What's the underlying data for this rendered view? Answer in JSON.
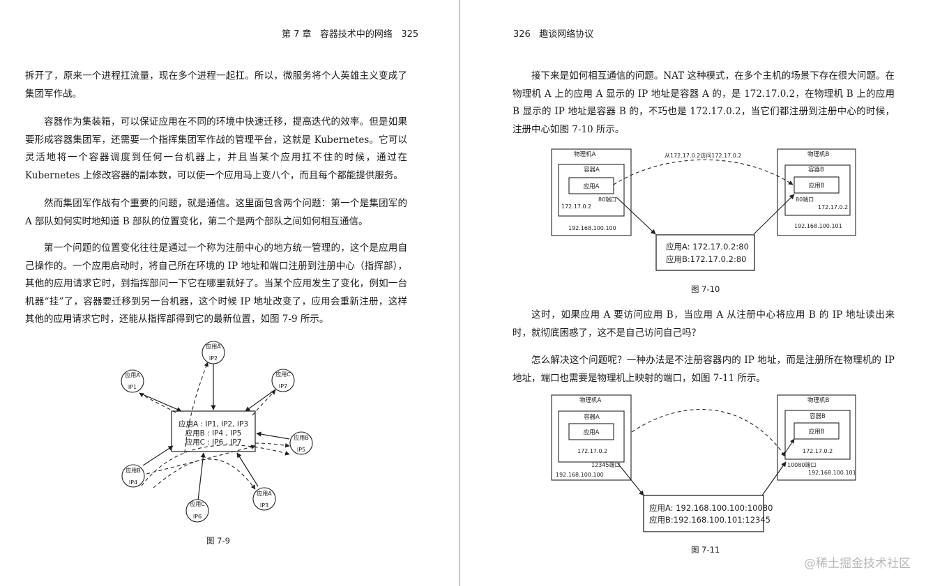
{
  "left_page": {
    "header": "第 7 章   容器技术中的网络   325",
    "paragraphs": [
      "拆开了，原来一个进程扛流量，现在多个进程一起扛。所以，微服务将个人英雄主义变成了集团军作战。",
      "容器作为集装箱，可以保证应用在不同的环境中快速迁移，提高迭代的效率。但是如果要形成容器集团军，还需要一个指挥集团军作战的管理平台，这就是 Kubernetes。它可以灵活地将一个容器调度到任何一台机器上，并且当某个应用扛不住的时候，通过在 Kubernetes 上修改容器的副本数，可以使一个应用马上变八个，而且每个都能提供服务。",
      "然而集团军作战有个重要的问题，就是通信。这里面包含两个问题：第一个是集团军的 A 部队如何实时地知道 B 部队的位置变化，第二个是两个部队之间如何相互通信。",
      "第一个问题的位置变化往往是通过一个称为注册中心的地方统一管理的，这个是应用自己操作的。一个应用启动时，将自己所在环境的 IP 地址和端口注册到注册中心（指挥部），其他的应用请求它时，到指挥部问一下它在哪里就好了。当某个应用发生了变化，例如一台机器“挂”了，容器要迁移到另一台机器，这个时候 IP 地址改变了，应用会重新注册，这样其他的应用请求它时，还能从指挥部得到它的最新位置，如图 7-9 所示。"
    ],
    "figure_7_9": {
      "registry_lines": [
        "应用A : IP1, IP2, IP3",
        "应用B : IP4 , IP5",
        "应用C : IP6 , IP7"
      ],
      "nodes": [
        {
          "name": "应用A",
          "ip": "IP2"
        },
        {
          "name": "应用A",
          "ip": "IP1"
        },
        {
          "name": "应用C",
          "ip": "IP7"
        },
        {
          "name": "应用B",
          "ip": "IP5"
        },
        {
          "name": "应用B",
          "ip": "IP4"
        },
        {
          "name": "应用C",
          "ip": "IP6"
        },
        {
          "name": "应用A",
          "ip": "IP3"
        }
      ],
      "caption": "图 7-9"
    }
  },
  "right_page": {
    "header": "326   趣谈网络协议",
    "paragraphs": [
      "接下来是如何相互通信的问题。NAT 这种模式，在多个主机的场景下存在很大问题。在物理机 A 上的应用 A 显示的 IP 地址是容器 A 的，是 172.17.0.2，在物理机 B 上的应用 B 显示的 IP 地址是容器 B 的，不巧也是 172.17.0.2，当它们都注册到注册中心的时候，注册中心如图 7-10 所示。",
      "这时，如果应用 A 要访问应用 B，当应用 A 从注册中心将应用 B 的 IP 地址读出来时，就彻底困惑了，这不是自己访问自己吗？",
      "怎么解决这个问题呢？一种办法是不注册容器内的 IP 地址，而是注册所在物理机的 IP 地址，端口也需要是物理机上映射的端口，如图 7-11 所示。"
    ],
    "figure_7_10": {
      "host_a": "物理机A",
      "container_a": "容器A",
      "app_a": "应用A",
      "port_a": "80端口",
      "ip_container_a": "172.17.0.2",
      "ip_host_a": "192.168.100.100",
      "host_b": "物理机B",
      "container_b": "容器B",
      "app_b": "应用B",
      "port_b": "80端口",
      "ip_container_b": "172.17.0.2",
      "ip_host_b": "192.168.100.101",
      "arrow_label": "从172.17.0.2访问172.17.0.2",
      "registry_lines": [
        "应用A: 172.17.0.2:80",
        "应用B:172.17.0.2:80"
      ],
      "caption": "图 7-10"
    },
    "figure_7_11": {
      "host_a": "物理机A",
      "container_a": "容器A",
      "app_a": "应用A",
      "ip_container_a": "172.17.0.2",
      "port_a": "12345端口",
      "ip_host_a": "192.168.100.100",
      "host_b": "物理机B",
      "container_b": "容器B",
      "app_b": "应用B",
      "ip_container_b": "172.17.0.2",
      "port_b": "10080端口",
      "ip_host_b": "192.168.100.101",
      "registry_lines": [
        "应用A: 192.168.100.100:10080",
        "应用B:192.168.100.101:12345"
      ],
      "caption": "图 7-11"
    }
  },
  "watermark": "@稀土掘金技术社区"
}
